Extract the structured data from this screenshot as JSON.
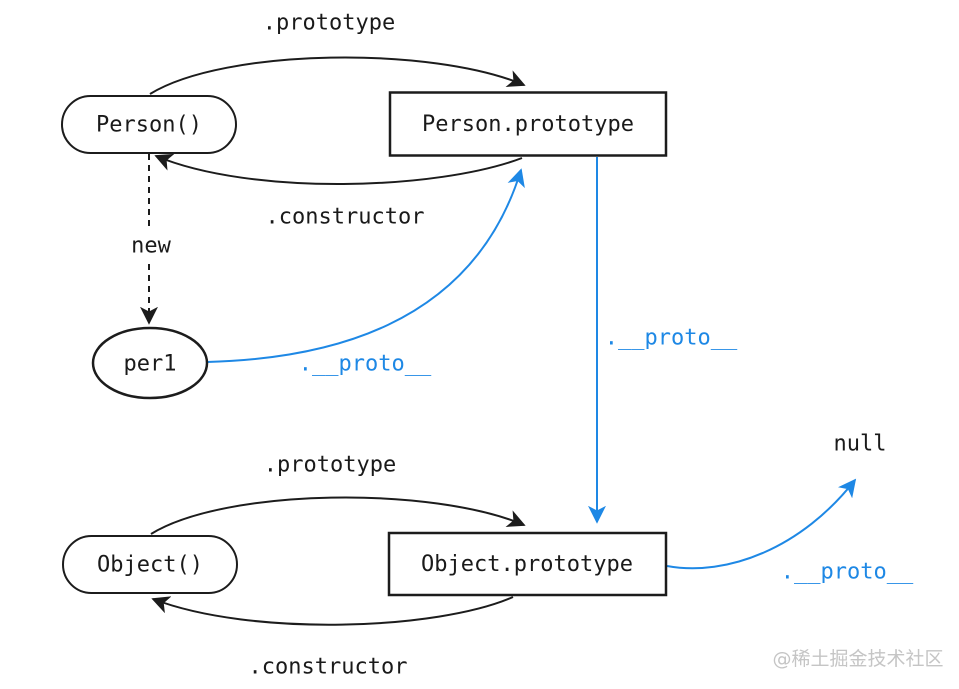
{
  "diagram": {
    "type": "prototype-chain-diagram",
    "nodes": [
      {
        "id": "person-fn",
        "label": "Person()",
        "shape": "stadium"
      },
      {
        "id": "person-prototype",
        "label": "Person.prototype",
        "shape": "rect"
      },
      {
        "id": "per1",
        "label": "per1",
        "shape": "ellipse"
      },
      {
        "id": "object-fn",
        "label": "Object()",
        "shape": "stadium"
      },
      {
        "id": "object-prototype",
        "label": "Object.prototype",
        "shape": "rect"
      },
      {
        "id": "null-value",
        "label": "null",
        "shape": "text"
      }
    ],
    "edges": [
      {
        "id": "person-prototype-edge",
        "from": "person-fn",
        "to": "person-prototype",
        "label": ".prototype",
        "color": "black",
        "style": "solid"
      },
      {
        "id": "person-constructor-edge",
        "from": "person-prototype",
        "to": "person-fn",
        "label": ".constructor",
        "color": "black",
        "style": "solid"
      },
      {
        "id": "new-edge",
        "from": "person-fn",
        "to": "per1",
        "label": "new",
        "color": "black",
        "style": "dashed"
      },
      {
        "id": "per1-proto-edge",
        "from": "per1",
        "to": "person-prototype",
        "label": ".__proto__",
        "color": "blue",
        "style": "solid"
      },
      {
        "id": "personproto-proto-edge",
        "from": "person-prototype",
        "to": "object-prototype",
        "label": ".__proto__",
        "color": "blue",
        "style": "solid"
      },
      {
        "id": "object-prototype-edge",
        "from": "object-fn",
        "to": "object-prototype",
        "label": ".prototype",
        "color": "black",
        "style": "solid"
      },
      {
        "id": "object-constructor-edge",
        "from": "object-prototype",
        "to": "object-fn",
        "label": ".constructor",
        "color": "black",
        "style": "solid"
      },
      {
        "id": "objectproto-proto-edge",
        "from": "object-prototype",
        "to": "null-value",
        "label": ".__proto__",
        "color": "blue",
        "style": "solid"
      }
    ],
    "colors": {
      "line": "#1c1c1c",
      "text": "#1a1a1a",
      "accent": "#1e88e5",
      "watermark": "#c5c5c5",
      "background": "#ffffff"
    },
    "watermark": "@稀土掘金技术社区"
  }
}
